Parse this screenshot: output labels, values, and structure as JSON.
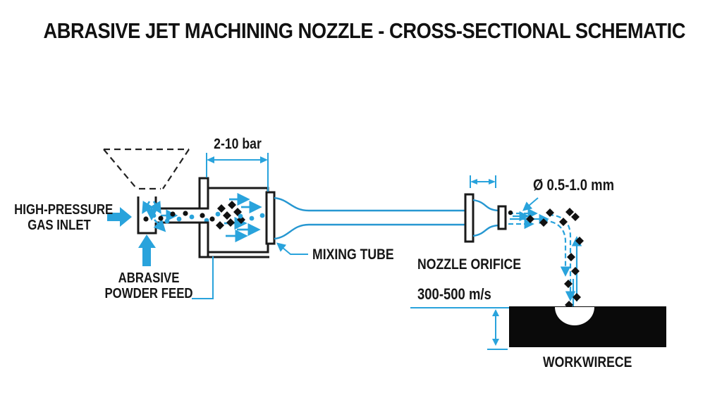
{
  "title": "ABRASIVE JET MACHINING NOZZLE - CROSS-SECTIONAL SCHEMATIC",
  "colors": {
    "accent_blue": "#29a3dc",
    "line_black": "#1a1a1a",
    "workpiece_fill": "#0a0a0a",
    "background": "#ffffff"
  },
  "labels": {
    "gas_inlet_line1": "HIGH-PRESSURE",
    "gas_inlet_line2": "GAS INLET",
    "powder_feed_line1": "ABRASIVE",
    "powder_feed_line2": "POWDER FEED",
    "mixing_tube": "MIXING TUBE",
    "nozzle_orifice": "NOZZLE ORIFICE",
    "workpiece": "WORKWIRECE"
  },
  "values": {
    "gas_pressure": "2-10 bar",
    "orifice_diameter": "Ø 0.5-1.0 mm",
    "jet_velocity": "300-500 m/s"
  }
}
